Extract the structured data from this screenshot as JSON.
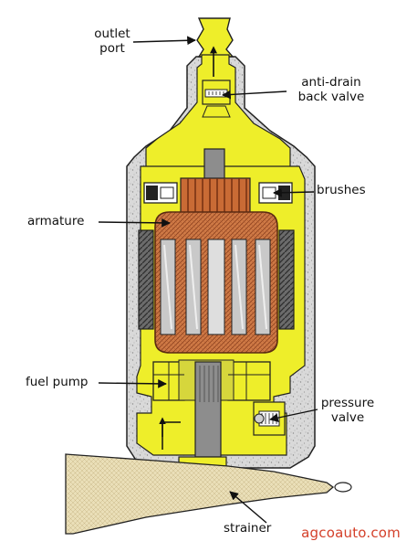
{
  "labels": {
    "outlet_port_1": "outlet",
    "outlet_port_2": "port",
    "anti_drain_1": "anti-drain",
    "anti_drain_2": "back valve",
    "brushes": "brushes",
    "armature": "armature",
    "fuel_pump": "fuel pump",
    "pressure_valve_1": "pressure",
    "pressure_valve_2": "valve",
    "strainer": "strainer"
  },
  "watermark": "agcoauto.com",
  "icons": {
    "flow_arrow": "arrow-icon"
  },
  "colors": {
    "housing_fill": "#eeee2a",
    "speckle_fill": "#d7d7d7",
    "armature_copper": "#c8703d",
    "armature_dark": "#8a3d1c",
    "shaft_gray": "#8d8d8d",
    "strainer_fill": "#e9deb7",
    "outline": "#222222",
    "watermark": "#d4402a"
  }
}
